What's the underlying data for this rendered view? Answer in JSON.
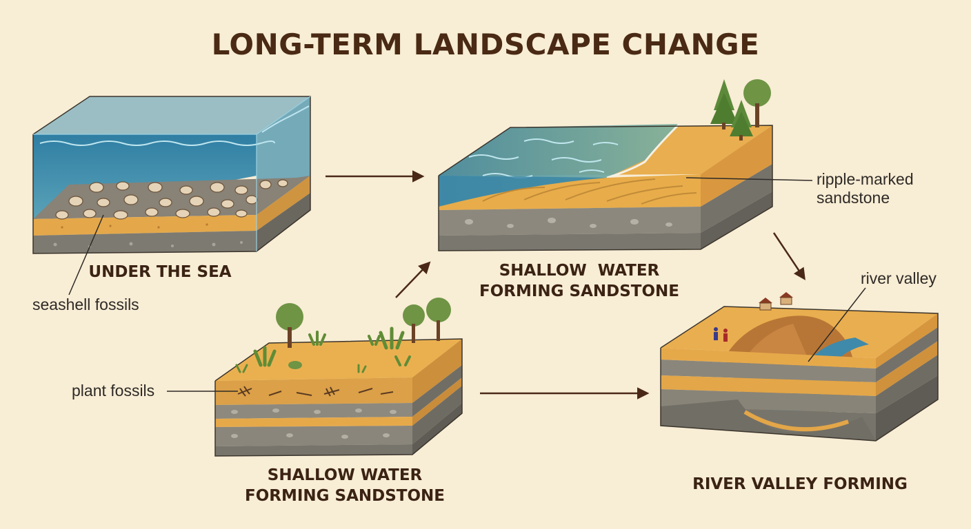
{
  "title": "LONG-TERM LANDSCAPE CHANGE",
  "panels": {
    "sea": {
      "caption": "UNDER THE SEA",
      "label": "seashell fossils"
    },
    "shallow_top": {
      "caption_line1": "SHALLOW  WATER",
      "caption_line2": "FORMING SANDSTONE",
      "label_line1": "ripple-marked",
      "label_line2": "sandstone"
    },
    "plants": {
      "caption_line1": "SHALLOW WATER",
      "caption_line2": "FORMING SANDSTONE",
      "label": "plant fossils"
    },
    "valley": {
      "caption": "RIVER VALLEY FORMING",
      "label": "river valley"
    }
  },
  "colors": {
    "background": "#f8edd5",
    "water": "#3a86a8",
    "sand": "#e8ac4a",
    "rock": "#8f8b80",
    "dark_text": "#3b2314"
  }
}
